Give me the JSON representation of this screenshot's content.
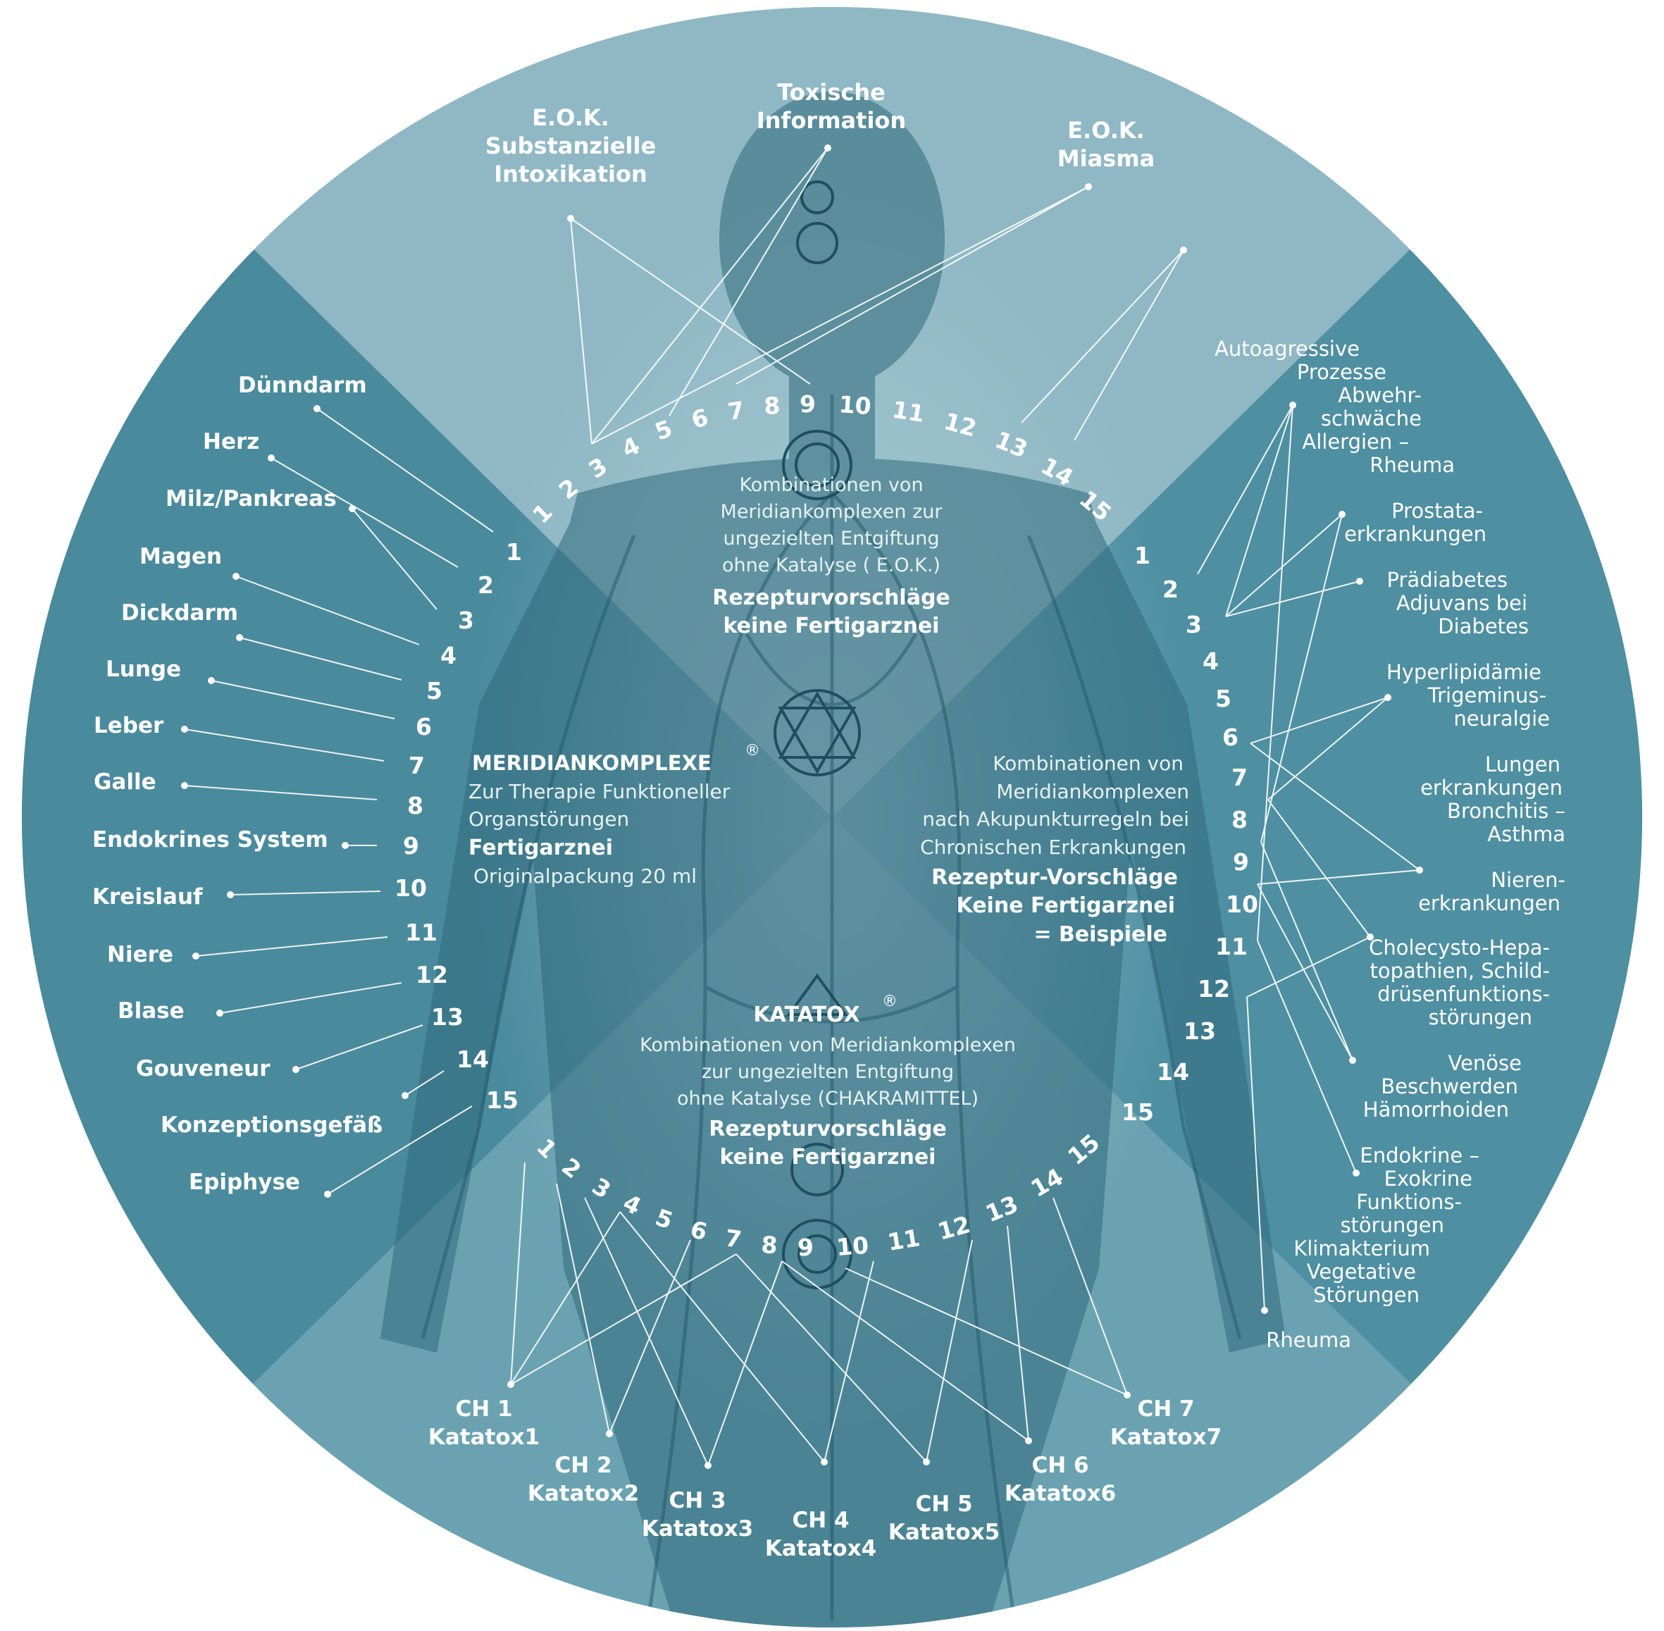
{
  "colors": {
    "disc": "#4f8ea0",
    "sector_light": "#8fb8c4",
    "figure": "#2f6a7c",
    "text": "#ffffff"
  },
  "top": {
    "eok_substance": [
      "E.O.K.",
      "Substanzielle",
      "Intoxikation"
    ],
    "toxic_info": [
      "Toxische",
      "Information"
    ],
    "eok_miasma": [
      "E.O.K.",
      "Miasma"
    ],
    "numbers": [
      "1",
      "2",
      "3",
      "4",
      "5",
      "6",
      "7",
      "8",
      "9",
      "10",
      "11",
      "12",
      "13",
      "14",
      "15"
    ],
    "center_text": [
      "Kombinationen von",
      "Meridiankomplexen zur",
      "ungezielten Entgiftung",
      "ohne Katalyse ( E.O.K.)"
    ],
    "center_bold": [
      "Rezepturvorschläge",
      "keine Fertigarznei"
    ]
  },
  "left": {
    "organs": [
      "Dünndarm",
      "Herz",
      "Milz/Pankreas",
      "Magen",
      "Dickdarm",
      "Lunge",
      "Leber",
      "Galle",
      "Endokrines System",
      "Kreislauf",
      "Niere",
      "Blase",
      "Gouveneur",
      "Konzeptionsgefäß",
      "Epiphyse"
    ],
    "numbers": [
      "1",
      "2",
      "3",
      "4",
      "5",
      "6",
      "7",
      "8",
      "9",
      "10",
      "11",
      "12",
      "13",
      "14",
      "15"
    ],
    "title": "MERIDIANKOMPLEXE",
    "reg": "®",
    "text": [
      "Zur Therapie Funktioneller",
      "Organstörungen"
    ],
    "bold": "Fertigarznei",
    "package": "Originalpackung 20 ml"
  },
  "right": {
    "text": [
      "Kombinationen von",
      "Meridiankomplexen",
      "nach Akupunkturregeln bei",
      "Chronischen Erkrankungen"
    ],
    "bold": [
      "Rezeptur-Vorschläge",
      "Keine Fertigarznei",
      "= Beispiele"
    ],
    "numbers": [
      "1",
      "2",
      "3",
      "4",
      "5",
      "6",
      "7",
      "8",
      "9",
      "10",
      "11",
      "12",
      "13",
      "14",
      "15"
    ],
    "diseases": [
      [
        "Autoagressive",
        "Prozesse",
        "Abwehr-",
        "schwäche",
        "Allergien –",
        "Rheuma"
      ],
      [
        "Prostata-",
        "erkrankungen"
      ],
      [
        "Prädiabetes",
        "Adjuvans bei",
        "Diabetes"
      ],
      [
        "Hyperlipidämie",
        "Trigeminus-",
        "neuralgie"
      ],
      [
        "Lungen",
        "erkrankungen",
        "Bronchitis –",
        "Asthma"
      ],
      [
        "Nieren-",
        "erkrankungen"
      ],
      [
        "Cholecysto-Hepa-",
        "topathien, Schild-",
        "drüsenfunktions-",
        "störungen"
      ],
      [
        "Venöse",
        "Beschwerden",
        "Hämorrhoiden"
      ],
      [
        "Endokrine –",
        "Exokrine",
        "Funktions-",
        "störungen",
        "Klimakterium",
        "Vegetative",
        "Störungen"
      ],
      [
        "Rheuma"
      ]
    ]
  },
  "bottom": {
    "title": "KATATOX",
    "reg": "®",
    "text": [
      "Kombinationen von Meridiankomplexen",
      "zur ungezielten Entgiftung",
      "ohne Katalyse (CHAKRAMITTEL)"
    ],
    "bold": [
      "Rezepturvorschläge",
      "keine Fertigarznei"
    ],
    "numbers": [
      "1",
      "2",
      "3",
      "4",
      "5",
      "6",
      "7",
      "8",
      "9",
      "10",
      "11",
      "12",
      "13",
      "14",
      "15"
    ],
    "chakras": [
      [
        "CH 1",
        "Katatox1"
      ],
      [
        "CH 2",
        "Katatox2"
      ],
      [
        "CH 3",
        "Katatox3"
      ],
      [
        "CH 4",
        "Katatox4"
      ],
      [
        "CH 5",
        "Katatox5"
      ],
      [
        "CH 6",
        "Katatox6"
      ],
      [
        "CH 7",
        "Katatox7"
      ]
    ]
  }
}
